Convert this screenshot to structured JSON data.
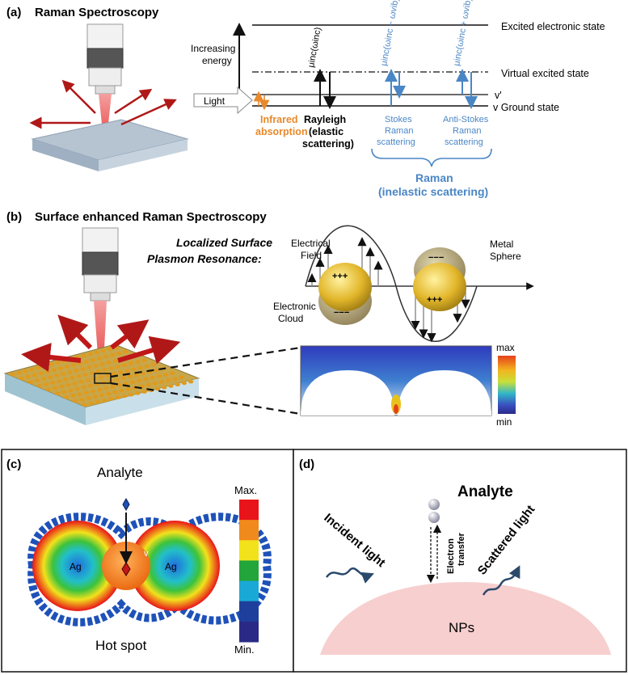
{
  "panel_a": {
    "label": "(a)",
    "title": "Raman Spectroscopy",
    "levels": {
      "excited": "Excited electronic state",
      "virtual": "Virtual excited state",
      "v_prime": "v'",
      "ground": "v  Ground state"
    },
    "energy_label_1": "Increasing",
    "energy_label_2": "energy",
    "light": "Light",
    "ir_1": "Infrared",
    "ir_2": "absorption",
    "rayleigh_formula": "μinc(ωinc)",
    "rayleigh_1": "Rayleigh",
    "rayleigh_2": "(elastic",
    "rayleigh_3": "scattering)",
    "stokes_formula": "μinc(ωinc − ωvib)",
    "stokes_1": "Stokes",
    "stokes_2": "Raman",
    "stokes_3": "scattering",
    "anti_formula": "μinc(ωinc + ωvib)",
    "anti_1": "Anti-Stokes",
    "anti_2": "Raman",
    "anti_3": "scattering",
    "raman_1": "Raman",
    "raman_2": "(inelastic scattering)"
  },
  "panel_b": {
    "label": "(b)",
    "title": "Surface enhanced Raman Spectroscopy",
    "lspr_1": "Localized Surface",
    "lspr_2": "Plasmon Resonance:",
    "field_1": "Electrical",
    "field_2": "Field",
    "metal_1": "Metal",
    "metal_2": "Sphere",
    "cloud_1": "Electronic",
    "cloud_2": "Cloud",
    "plus": "+++",
    "minus": "−−−",
    "scale_max": "max",
    "scale_min": "min"
  },
  "panel_c": {
    "label": "(c)",
    "analyte": "Analyte",
    "ag": "Ag",
    "v": "v",
    "hotspot": "Hot spot",
    "scale_max": "Max.",
    "scale_min": "Min.",
    "colors": [
      "#e8141a",
      "#f08a1c",
      "#f2e21c",
      "#22a53a",
      "#1aa9d6",
      "#1f3f9c",
      "#2a2a86"
    ]
  },
  "panel_d": {
    "label": "(d)",
    "analyte": "Analyte",
    "incident": "Incident light",
    "electron_1": "Electron",
    "electron_2": "transfer",
    "scattered": "Scattered light",
    "nps": "NPs"
  }
}
